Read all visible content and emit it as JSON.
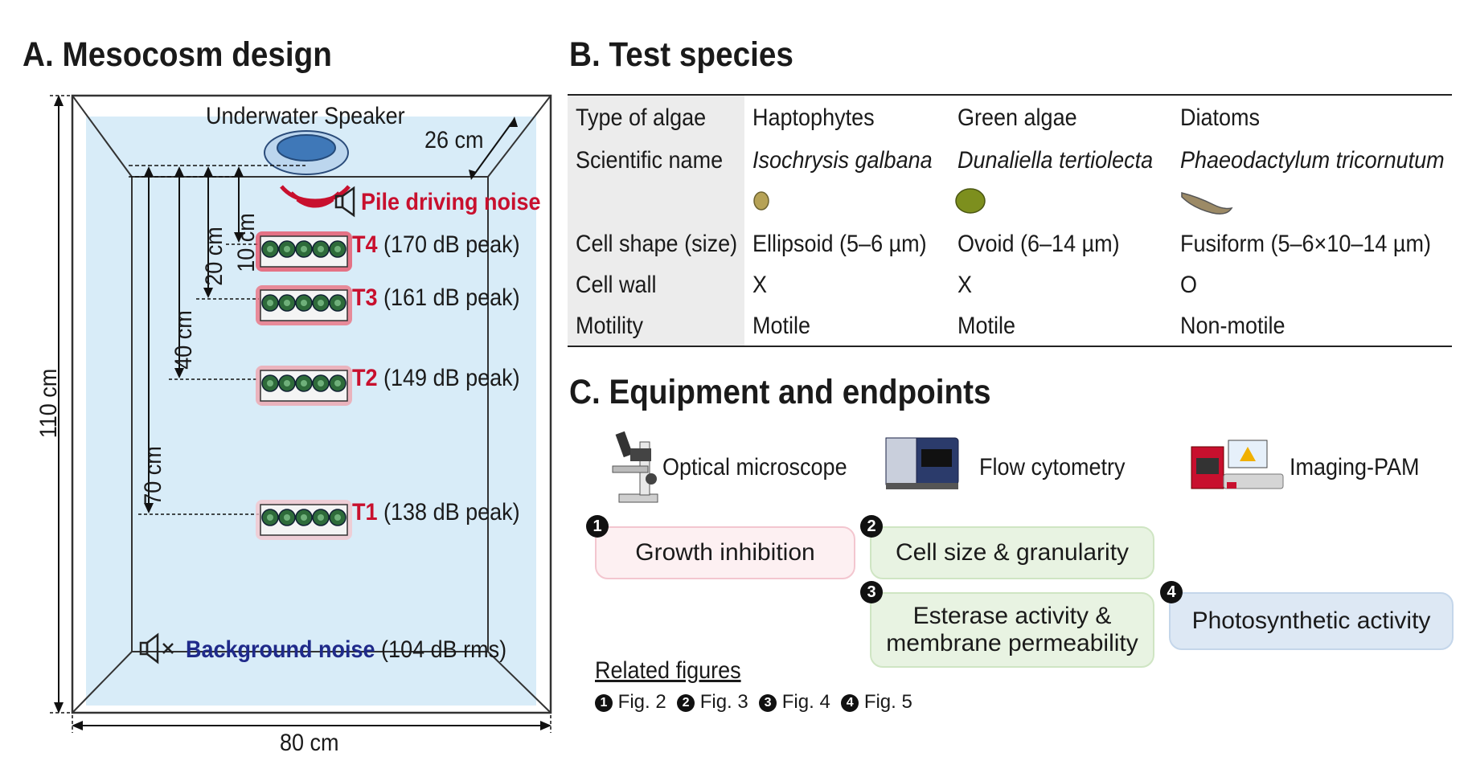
{
  "panelA": {
    "title": "A. Mesocosm design",
    "speaker_label": "Underwater Speaker",
    "depth_label": "26 cm",
    "pile_noise_label": "Pile driving noise",
    "dist_10": "10 cm",
    "dist_20": "20 cm",
    "dist_40": "40 cm",
    "dist_70": "70 cm",
    "height_label": "110 cm",
    "width_label": "80 cm",
    "treatments": [
      {
        "id": "T4",
        "level": "(170 dB peak)"
      },
      {
        "id": "T3",
        "level": "(161 dB peak)"
      },
      {
        "id": "T2",
        "level": "(149 dB peak)"
      },
      {
        "id": "T1",
        "level": "(138 dB peak)"
      }
    ],
    "background_label": "Background noise",
    "background_level": "(104 dB rms)"
  },
  "panelB": {
    "title": "B. Test species",
    "rows": [
      {
        "label": "Type of algae",
        "values": [
          "Haptophytes",
          "Green algae",
          "Diatoms"
        ]
      },
      {
        "label": "Scientific name",
        "values": [
          "Isochrysis galbana",
          "Dunaliella tertiolecta",
          "Phaeodactylum tricornutum"
        ]
      },
      {
        "label": "",
        "values": [
          "",
          "",
          ""
        ]
      },
      {
        "label": "Cell shape (size)",
        "values": [
          "Ellipsoid (5–6 µm)",
          "Ovoid (6–14 µm)",
          "Fusiform (5–6×10–14 µm)"
        ]
      },
      {
        "label": "Cell wall",
        "values": [
          "X",
          "X",
          "O"
        ]
      },
      {
        "label": "Motility",
        "values": [
          "Motile",
          "Motile",
          "Non-motile"
        ]
      }
    ]
  },
  "panelC": {
    "title": "C. Equipment and endpoints",
    "equipment": [
      "Optical microscope",
      "Flow cytometry",
      "Imaging-PAM"
    ],
    "endpoints": [
      {
        "num": "1",
        "label": "Growth inhibition"
      },
      {
        "num": "2",
        "label": "Cell size & granularity"
      },
      {
        "num": "3",
        "line1": "Esterase activity &",
        "line2": "membrane permeability"
      },
      {
        "num": "4",
        "label": "Photosynthetic activity"
      }
    ],
    "related_title": "Related figures",
    "related": [
      {
        "num": "1",
        "fig": "Fig. 2"
      },
      {
        "num": "2",
        "fig": "Fig. 3"
      },
      {
        "num": "3",
        "fig": "Fig. 4"
      },
      {
        "num": "4",
        "fig": "Fig. 5"
      }
    ]
  },
  "colors": {
    "water": "#d8ecf8",
    "pile_red": "#c8102e",
    "background_blue": "#1f2a8a",
    "pink_box": "#fdf0f2",
    "green_box": "#e8f3e2",
    "blue_box": "#dde8f4",
    "table_label_bg": "#ececec"
  }
}
